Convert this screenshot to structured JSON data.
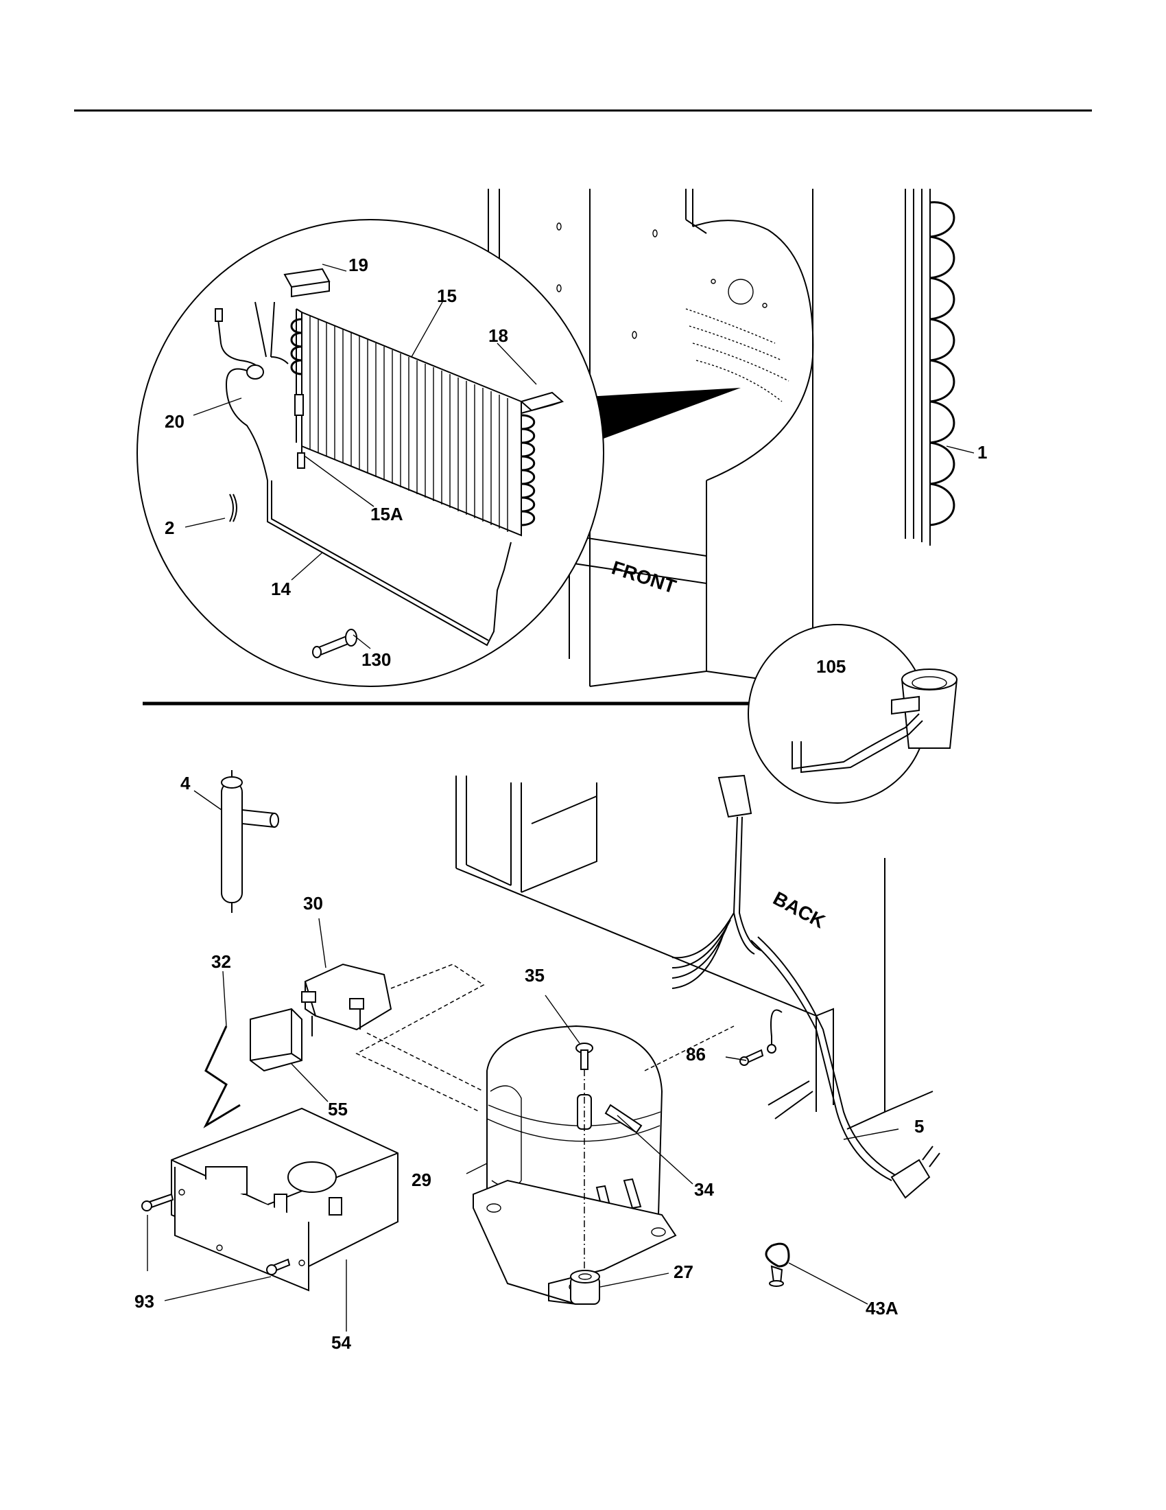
{
  "diagram": {
    "stamps": {
      "front": "FRONT",
      "back": "BACK"
    },
    "part_labels": {
      "p1": "1",
      "p2": "2",
      "p4": "4",
      "p5": "5",
      "p14": "14",
      "p15": "15",
      "p15a": "15A",
      "p18": "18",
      "p19": "19",
      "p20": "20",
      "p27": "27",
      "p29": "29",
      "p30": "30",
      "p32": "32",
      "p34": "34",
      "p35": "35",
      "p43a": "43A",
      "p54": "54",
      "p55": "55",
      "p86": "86",
      "p93": "93",
      "p105": "105",
      "p130": "130"
    }
  }
}
